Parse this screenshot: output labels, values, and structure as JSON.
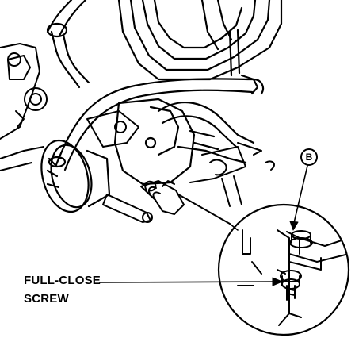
{
  "labels": {
    "full_close_line1": "FULL-CLOSE",
    "full_close_line2": "SCREW",
    "callout_b": "B"
  },
  "colors": {
    "ink": "#000000",
    "paper": "#ffffff"
  }
}
